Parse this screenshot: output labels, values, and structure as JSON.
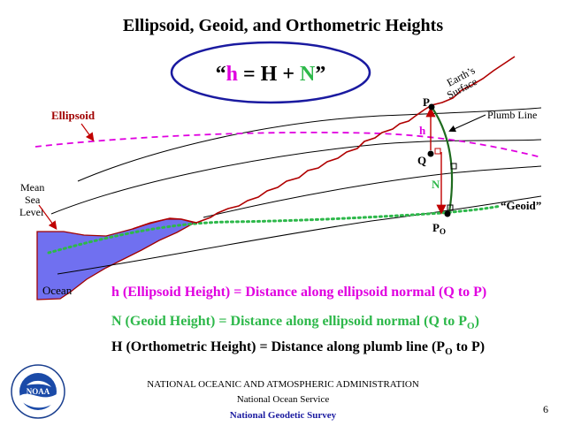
{
  "title": "Ellipsoid, Geoid, and Orthometric Heights",
  "formula": {
    "open_quote": "“",
    "h": "h",
    "eq": " = H + ",
    "N": "N",
    "close_quote": "”"
  },
  "labels": {
    "ellipsoid": "Ellipsoid",
    "msl_1": "Mean",
    "msl_2": "Sea",
    "msl_3": "Level",
    "ocean": "Ocean",
    "earth_1": "Earth’s",
    "earth_2": "Surface",
    "plumb_line": "Plumb Line",
    "geoid": "“Geoid”",
    "P": "P",
    "Q": "Q",
    "h": "h",
    "N": "N",
    "P0_base": "P",
    "P0_sub": "O"
  },
  "definitions": {
    "h": "h (Ellipsoid Height) = Distance along ellipsoid normal (Q to P)",
    "N_pre": "N (Geoid Height) = Distance along ellipsoid normal (Q to P",
    "N_sub": "O",
    "N_post": ")",
    "H_pre": "H (Orthometric Height) = Distance along plumb line (P",
    "H_sub": "O",
    "H_post": " to P)"
  },
  "footer": {
    "agency": "NATIONAL OCEANIC AND ATMOSPHERIC ADMINISTRATION",
    "service": "National Ocean Service",
    "survey": "National Geodetic Survey",
    "page": "6"
  },
  "logo_text": "NOAA",
  "colors": {
    "ellipsoid": "#e000e0",
    "geoid": "#2db84a",
    "surface": "#c00000",
    "ocean": "#7070f0",
    "oval": "#1a1aa0",
    "survey": "#1a1aa0"
  }
}
